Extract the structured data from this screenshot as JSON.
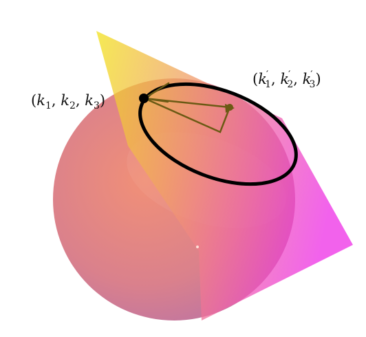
{
  "figure": {
    "labels": {
      "point_initial": {
        "open": "(",
        "k1": "k",
        "k1_sub": "1",
        "sep1": ", ",
        "k2": "k",
        "k2_sub": "2",
        "sep2": ", ",
        "k3": "k",
        "k3_sub": "3",
        "close": ")"
      },
      "point_final": {
        "open": "(",
        "k1": "k",
        "k1_prime": "′",
        "k1_sub": "1",
        "sep1": ", ",
        "k2": "k",
        "k2_prime": "′",
        "k2_sub": "2",
        "sep2": ", ",
        "k3": "k",
        "k3_prime": "′",
        "k3_sub": "3",
        "close": ")"
      }
    },
    "colors": {
      "sphere_center": "#f08a70",
      "sphere_mid": "#d87a86",
      "sphere_edge": "#b46aa2",
      "plane_yellow": "#f2e21a",
      "plane_magenta": "#ee2ee6",
      "circle": "#000000",
      "vectors": "#6b5a14"
    }
  }
}
